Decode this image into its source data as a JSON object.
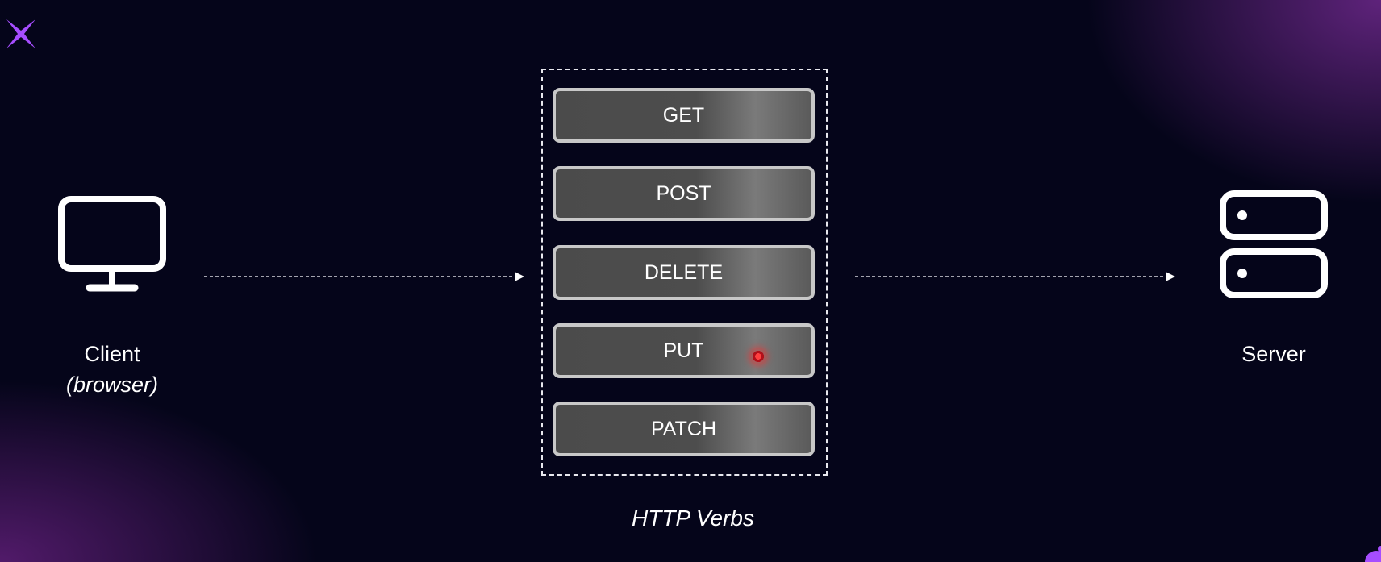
{
  "client": {
    "label": "Client",
    "sublabel": "(browser)",
    "icon": "monitor-icon"
  },
  "server": {
    "label": "Server",
    "icon": "server-icon"
  },
  "verbs": {
    "caption": "HTTP Verbs",
    "items": [
      {
        "label": "GET"
      },
      {
        "label": "POST"
      },
      {
        "label": "DELETE"
      },
      {
        "label": "PUT"
      },
      {
        "label": "PATCH"
      }
    ]
  },
  "colors": {
    "background": "#05051a",
    "accent_purple": "#a64dff",
    "verb_border": "#c8c8c8",
    "verb_fill": "#4b4b4b",
    "cursor": "#ff2828"
  }
}
